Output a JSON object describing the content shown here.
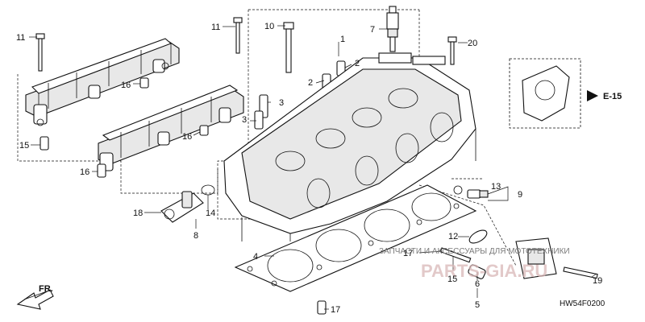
{
  "diagram": {
    "callouts": {
      "c1": "1",
      "c2a": "2",
      "c2b": "2",
      "c3a": "3",
      "c3b": "3",
      "c4": "4",
      "c5": "5",
      "c6": "6",
      "c7": "7",
      "c8": "8",
      "c9": "9",
      "c10": "10",
      "c11a": "11",
      "c11b": "11",
      "c12": "12",
      "c13": "13",
      "c14": "14",
      "c15a": "15",
      "c15b": "15",
      "c16a": "16",
      "c16b": "16",
      "c16c": "16",
      "c17a": "17",
      "c17b": "17",
      "c18": "18",
      "c19": "19",
      "c20": "20"
    },
    "reference_label": "E-15",
    "direction_label": "FR.",
    "figure_code": "HW54F0200",
    "watermark_line": "ЗАПЧАСТИ И АКСЕССУАРЫ ДЛЯ МОТОТЕХНИКИ",
    "watermark_logo": "PARTS-GIA.RU"
  }
}
